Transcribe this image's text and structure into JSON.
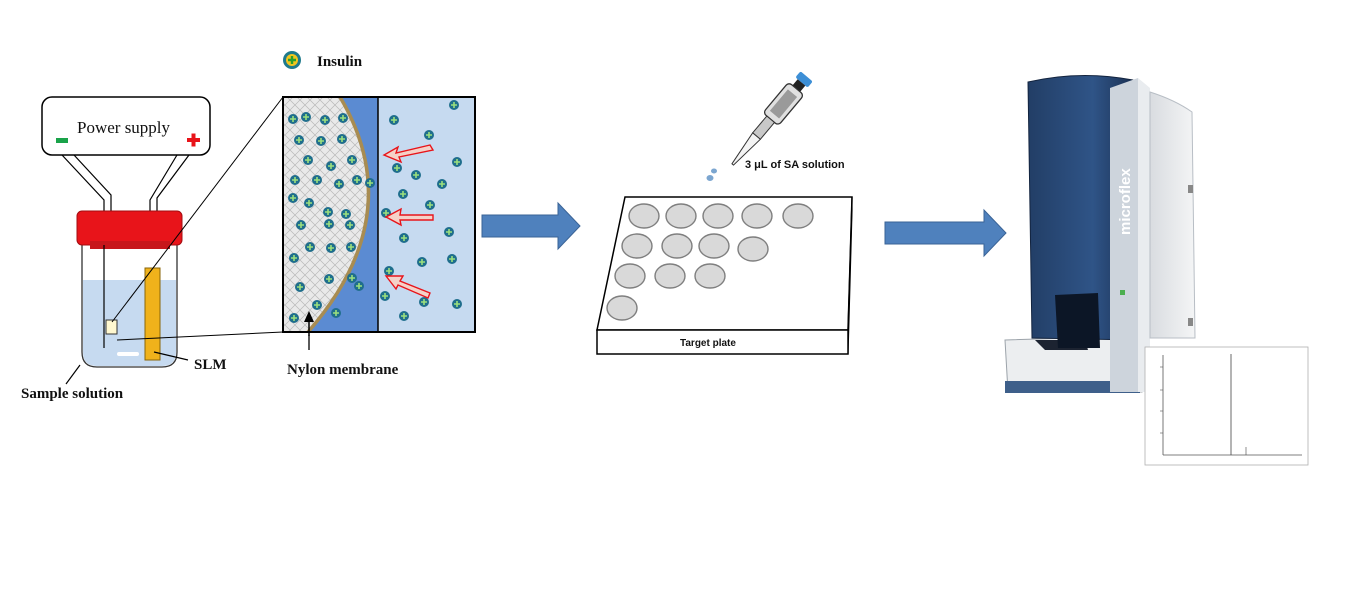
{
  "labels": {
    "insulin": "Insulin",
    "power_supply": "Power supply",
    "sample_solution": "Sample solution",
    "slm": "SLM",
    "nylon_membrane": "Nylon membrane",
    "sa_solution": "3 μL  of SA solution",
    "target_plate": "Target plate",
    "instrument_brand": "microflex"
  },
  "colors": {
    "cap_red": "#e8141a",
    "membrane_blue": "#5b8bd2",
    "solution_blue": "#c6daf0",
    "arrow_blue": "#4f81bd",
    "ion_green": "#2ca02c",
    "ion_teal": "#1f6e8c",
    "slm_gold": "#f0b21b",
    "well_gray": "#d9d9d9"
  },
  "icons": {
    "insulin_legend": "plus-ion-icon",
    "pipette": "pipette-icon",
    "instrument": "maldi-instrument-icon",
    "spectrum": "mass-spectrum-icon"
  }
}
